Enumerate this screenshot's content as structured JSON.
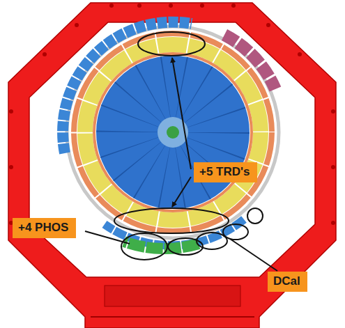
{
  "diagram": {
    "nodes": [
      {
        "text": [
          "+5 TRD's"
        ]
      },
      {
        "text": [
          "+4 PHOS"
        ]
      },
      {
        "text": [
          "DCal"
        ]
      }
    ]
  }
}
